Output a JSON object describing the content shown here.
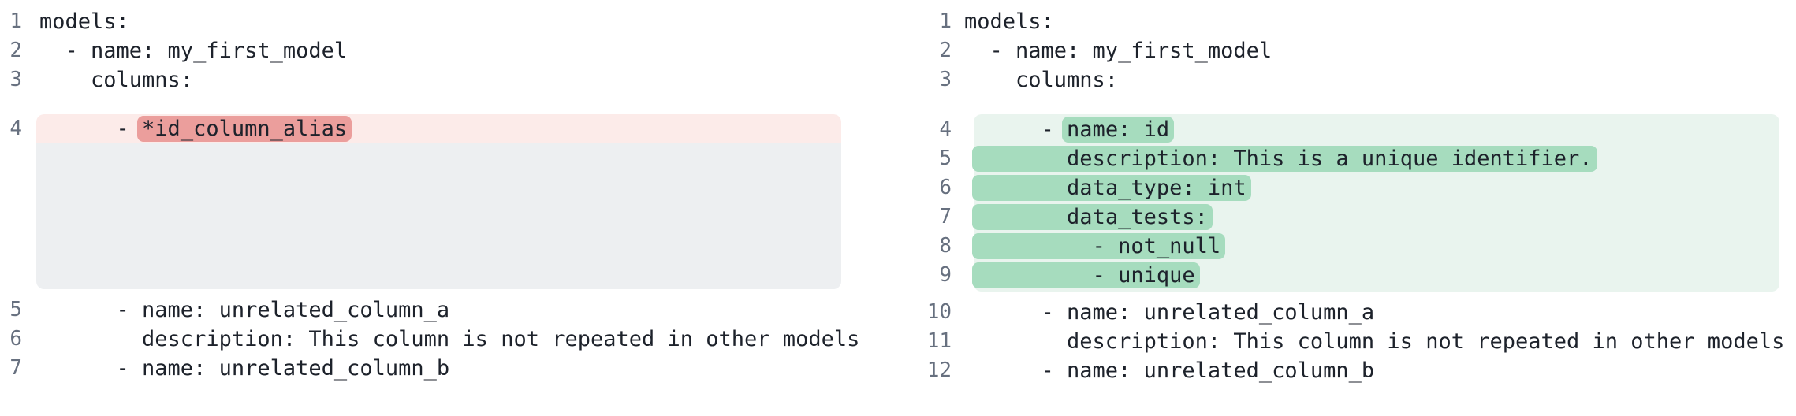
{
  "colors": {
    "removed-line-bg": "#fcebe9",
    "removed-word-bg": "#eb9e9c",
    "added-line-bg": "#e9f4ee",
    "added-word-bg": "#a6dcbe",
    "filler-bg": "#edeff1",
    "code-text": "#1d222b",
    "line-number": "#67707f",
    "page-bg": "#ffffff"
  },
  "diff": {
    "left": {
      "lines": [
        {
          "num": "1",
          "text": "models:"
        },
        {
          "num": "2",
          "text": "  - name: my_first_model"
        },
        {
          "num": "3",
          "text": "    columns:"
        },
        {
          "num": "4",
          "pre": "      - ",
          "hl": "*id_column_alias",
          "post": ""
        },
        {
          "num": "5",
          "text": "      - name: unrelated_column_a"
        },
        {
          "num": "6",
          "text": "        description: This column is not repeated in other models"
        },
        {
          "num": "7",
          "text": "      - name: unrelated_column_b"
        }
      ]
    },
    "right": {
      "lines": [
        {
          "num": "1",
          "text": "models:"
        },
        {
          "num": "2",
          "text": "  - name: my_first_model"
        },
        {
          "num": "3",
          "text": "    columns:"
        },
        {
          "num": "4",
          "pre": "      - ",
          "hl": "name: id",
          "post": ""
        },
        {
          "num": "5",
          "pre": " ",
          "hl": "       description: This is a unique identifier.",
          "post": ""
        },
        {
          "num": "6",
          "pre": " ",
          "hl": "       data_type: int",
          "post": ""
        },
        {
          "num": "7",
          "pre": " ",
          "hl": "       data_tests:",
          "post": ""
        },
        {
          "num": "8",
          "pre": " ",
          "hl": "         - not_null",
          "post": ""
        },
        {
          "num": "9",
          "pre": " ",
          "hl": "         - unique",
          "post": ""
        },
        {
          "num": "10",
          "text": "      - name: unrelated_column_a"
        },
        {
          "num": "11",
          "text": "        description: This column is not repeated in other models"
        },
        {
          "num": "12",
          "text": "      - name: unrelated_column_b"
        }
      ]
    }
  }
}
